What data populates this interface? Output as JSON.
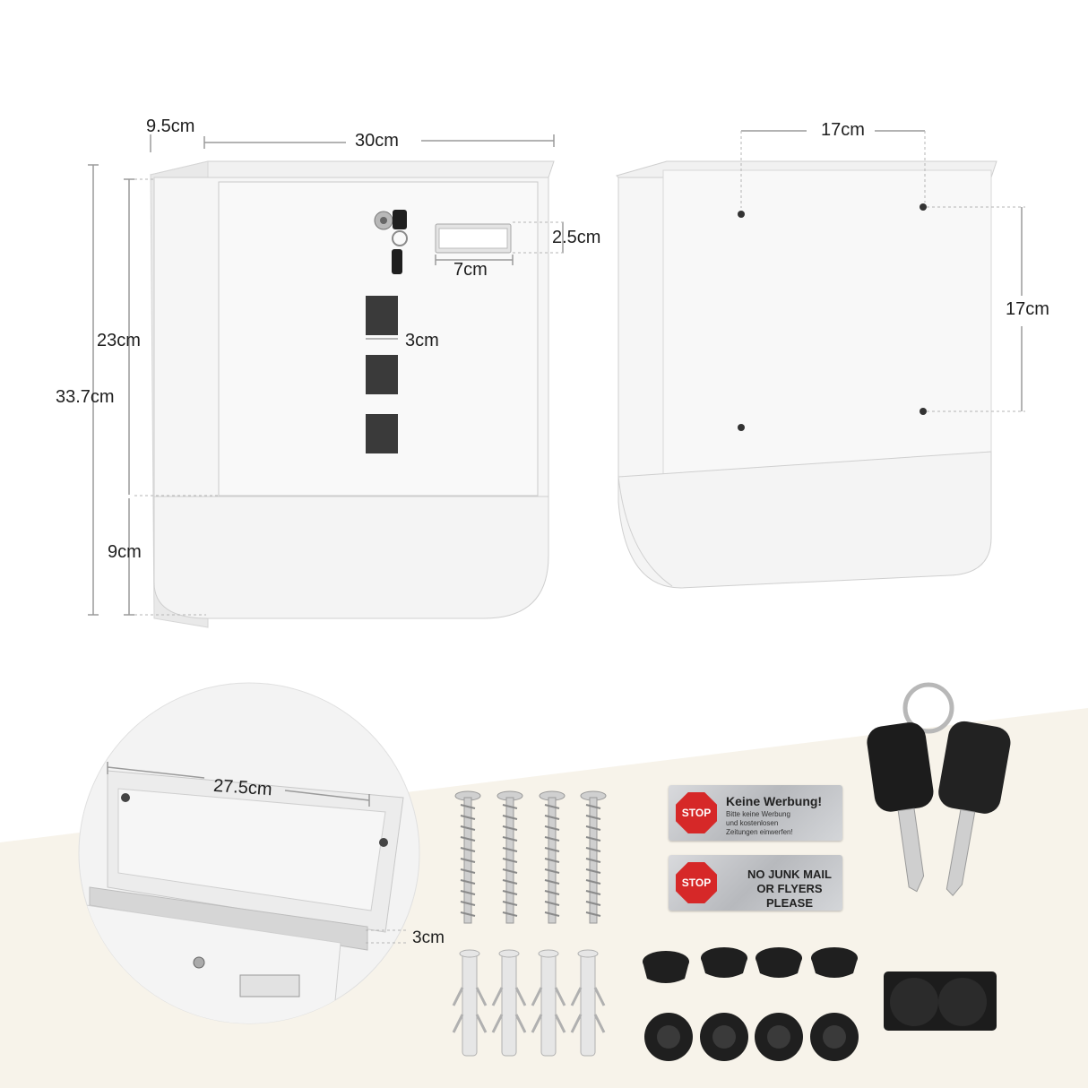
{
  "front_view": {
    "depth_label": "9.5cm",
    "width_label": "30cm",
    "slot_height_label": "2.5cm",
    "slot_width_label": "7cm",
    "window_label": "3cm",
    "upper_height_label": "23cm",
    "total_height_label": "33.7cm",
    "newspaper_label": "9cm"
  },
  "back_view": {
    "hole_horizontal_label": "17cm",
    "hole_vertical_label": "17cm"
  },
  "detail_view": {
    "flap_width_label": "27.5cm",
    "opening_label": "3cm"
  },
  "accessories": {
    "sign_de_title": "Keine Werbung!",
    "sign_de_line1": "Bitte keine Werbung",
    "sign_de_line2": "und kostenlosen",
    "sign_de_line3": "Zeitungen einwerfen!",
    "sign_en_line1": "NO JUNK MAIL",
    "sign_en_line2": "OR FLYERS PLEASE",
    "stop_text": "STOP",
    "screws_count": 4,
    "anchors_count": 4,
    "bumpers_count": 8,
    "keys_count": 2
  },
  "colors": {
    "box_white": "#f4f4f4",
    "outline": "#cfcfcf",
    "accent_cream": "#f7f3ea",
    "stop_red": "#d62828",
    "key_black": "#1c1c1c"
  }
}
